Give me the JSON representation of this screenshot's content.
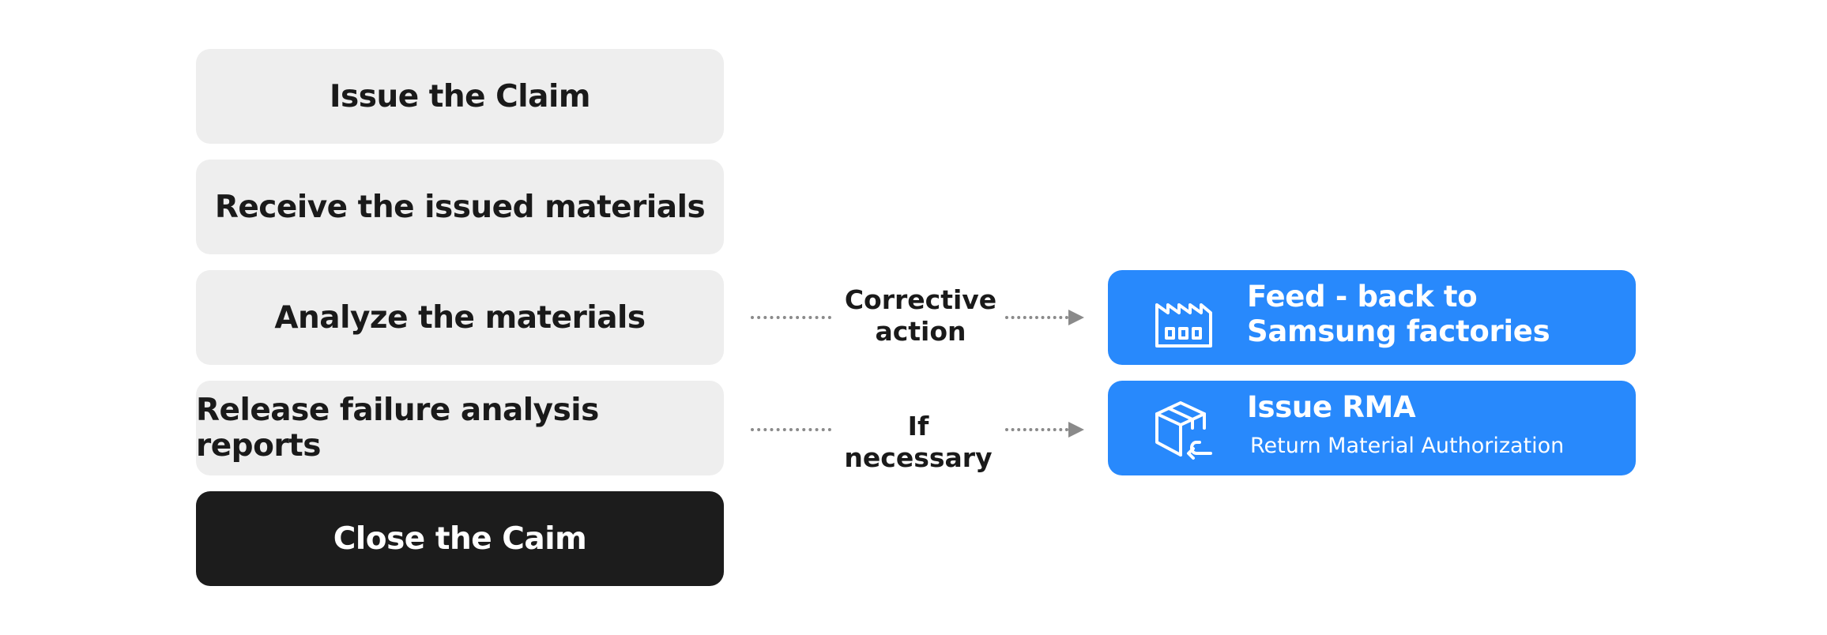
{
  "process_steps": [
    {
      "label": "Issue the Claim"
    },
    {
      "label": "Receive the issued materials"
    },
    {
      "label": "Analyze the materials"
    },
    {
      "label": "Release failure analysis reports"
    },
    {
      "label": "Close the Caim"
    }
  ],
  "connectors": {
    "corrective": {
      "line1": "Corrective",
      "line2": "action"
    },
    "necessary": {
      "label": "If necessary"
    }
  },
  "outcomes": {
    "feedback": {
      "line1": "Feed - back to",
      "line2": "Samsung factories",
      "icon": "factory-icon"
    },
    "rma": {
      "title": "Issue RMA",
      "subtitle": "Return Material Authorization",
      "icon": "box-return-icon"
    }
  },
  "colors": {
    "step_bg": "#eeeeee",
    "final_bg": "#1c1c1c",
    "outcome_bg": "#2889fc",
    "connector": "#8a8a8a"
  }
}
